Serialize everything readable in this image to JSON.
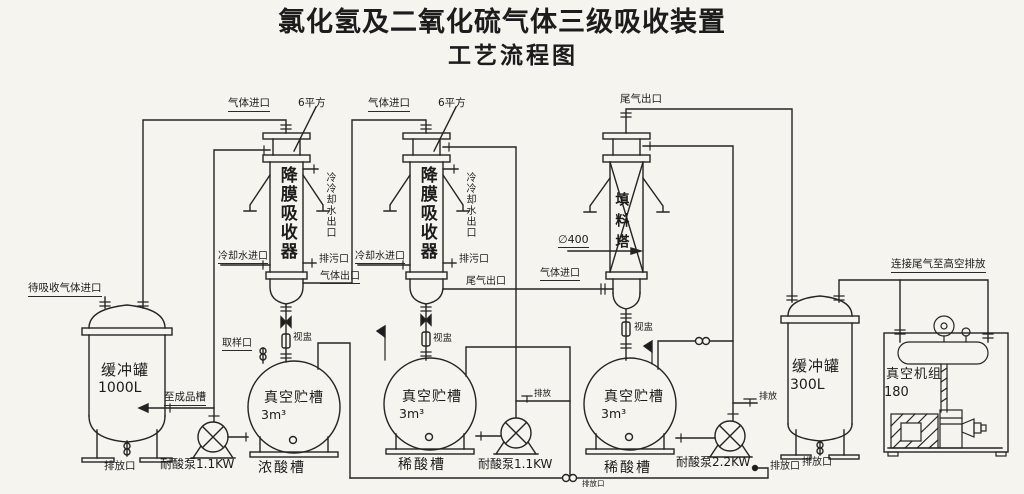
{
  "title": {
    "line1": "氯化氢及二氧化硫气体三级吸收装置",
    "line2": "工艺流程图"
  },
  "left_section": {
    "gas_feed_label": "待吸收气体进口",
    "buffer_tank": {
      "name": "缓冲罐",
      "capacity": "1000L",
      "drain": "排放口"
    },
    "to_product_tank": "至成品槽",
    "pump": "耐酸泵1.1KW"
  },
  "absorber1": {
    "name": "降膜吸收器",
    "gas_inlet": "气体进口",
    "heat_area": "6平方",
    "cooling_water_outlet": "冷冷却水出口",
    "cooling_water_inlet": "冷却水进口",
    "blowdown": "排污口",
    "gas_outlet": "气体出口"
  },
  "absorber2": {
    "name": "降膜吸收器",
    "gas_inlet": "气体进口",
    "heat_area": "6平方",
    "cooling_water_outlet": "冷冷却水出口",
    "cooling_water_inlet": "冷却水进口",
    "blowdown": "排污口",
    "tail_gas_outlet": "尾气出口"
  },
  "packed_tower": {
    "name": "填料塔",
    "diameter": "∅400",
    "gas_inlet": "气体进口",
    "tail_gas_outlet": "尾气出口"
  },
  "tank1": {
    "name": "真空贮槽",
    "volume": "3m³",
    "label": "浓酸槽",
    "sampling_port": "取样口",
    "sight_glass": "视盅"
  },
  "tank2": {
    "name": "真空贮槽",
    "volume": "3m³",
    "label": "稀酸槽",
    "sight_glass": "视盅",
    "drain": "排放",
    "pump": "耐酸泵1.1KW"
  },
  "tank3": {
    "name": "真空贮槽",
    "volume": "3m³",
    "label": "稀酸槽",
    "sight_glass": "视盅",
    "drain": "排放",
    "pump": "耐酸泵2.2KW"
  },
  "manifold": {
    "drain_valve": "排放口",
    "end_drain": "排放口"
  },
  "right_section": {
    "buffer_tank": {
      "name": "缓冲罐",
      "capacity": "300L",
      "drain": "排放口"
    },
    "tail_gas_note": "连接尾气至高空排放",
    "vacuum_unit": {
      "name": "真空机组",
      "model": "180"
    }
  },
  "colors": {
    "ink": "#242424",
    "paper": "#f6f4ee"
  }
}
